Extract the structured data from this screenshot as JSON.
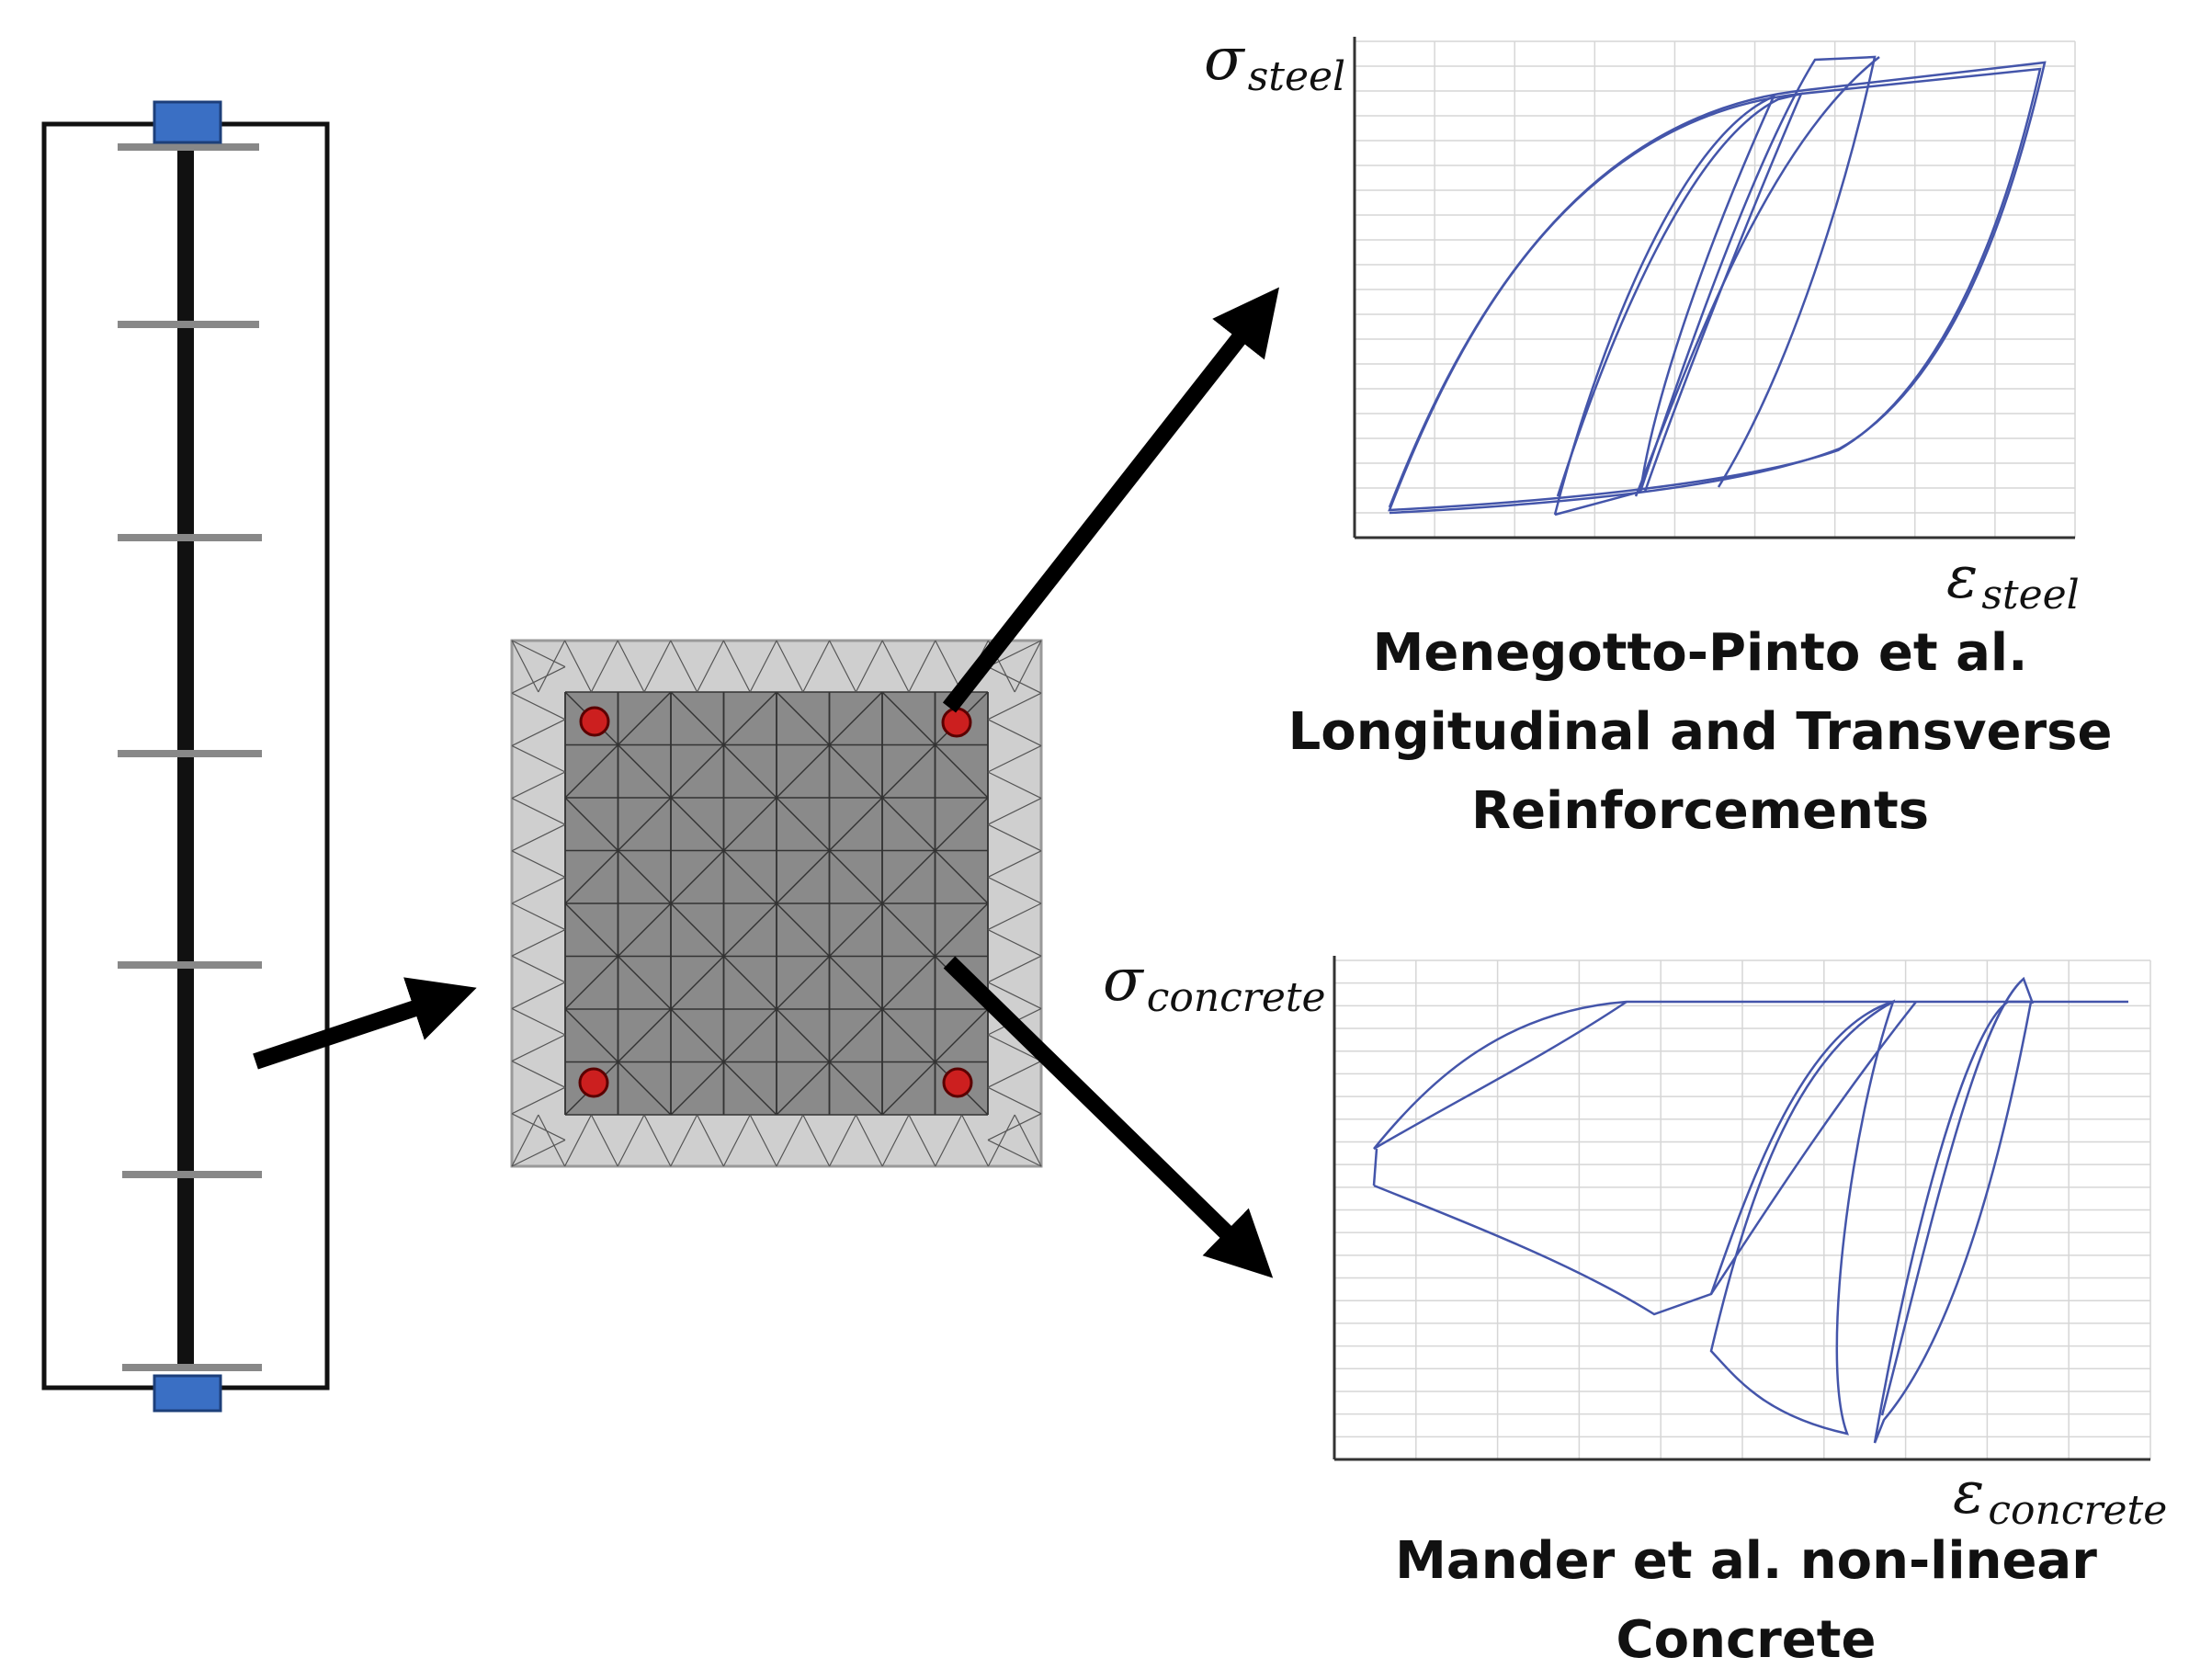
{
  "labels": {
    "sigma_steel": {
      "symbol": "σ",
      "subscript": "steel"
    },
    "epsilon_steel": {
      "symbol": "ε",
      "subscript": "steel"
    },
    "sigma_concrete": {
      "symbol": "σ",
      "subscript": "concrete"
    },
    "epsilon_concrete": {
      "symbol": "ε",
      "subscript": "concrete"
    }
  },
  "titles": {
    "steel": [
      "Menegotto-Pinto et al.",
      "Longitudinal and Transverse",
      "Reinforcements"
    ],
    "concrete": [
      "Mander et al. non-linear",
      "Concrete"
    ]
  },
  "colors": {
    "curve": "#4455aa",
    "node": "#3a6fc4",
    "rebar": "#cc1f1f",
    "cover": "#cfcfcf",
    "core": "#8a8a8a",
    "arrow": "#000000"
  }
}
